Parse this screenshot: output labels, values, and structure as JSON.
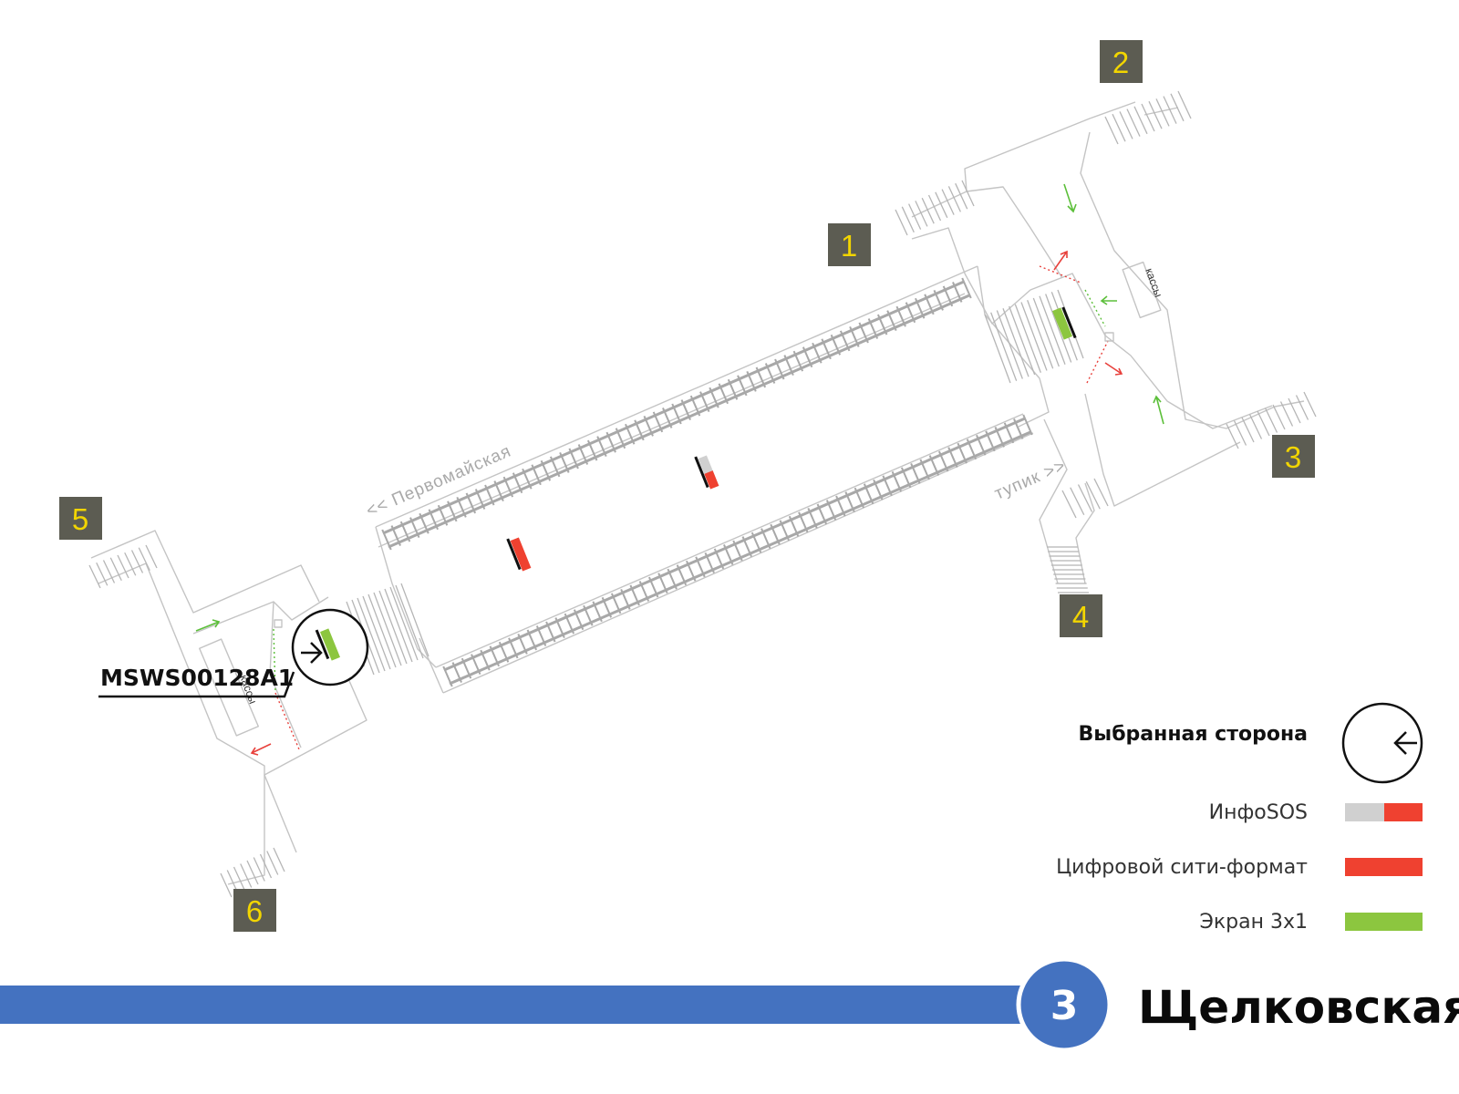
{
  "station": {
    "name": "Щелковская",
    "line_number": "3",
    "line_color": "#4472c0"
  },
  "exits": [
    "1",
    "2",
    "3",
    "4",
    "5",
    "6"
  ],
  "directions": {
    "left": "<< Первомайская",
    "right": "тупик >>"
  },
  "kassy_label": "кассы",
  "ad_code": "MSWS00128A1",
  "legend": {
    "selected_side": "Выбранная сторона",
    "infosos": "ИнфоSOS",
    "digital_city_format": "Цифровой сити-формат",
    "screen_3x1": "Экран 3х1"
  },
  "colors": {
    "infosos_grey": "#d0d0d0",
    "red": "#ef4130",
    "green": "#8cc63f",
    "exit_box": "#5c5c52",
    "exit_number": "#f2d500"
  }
}
